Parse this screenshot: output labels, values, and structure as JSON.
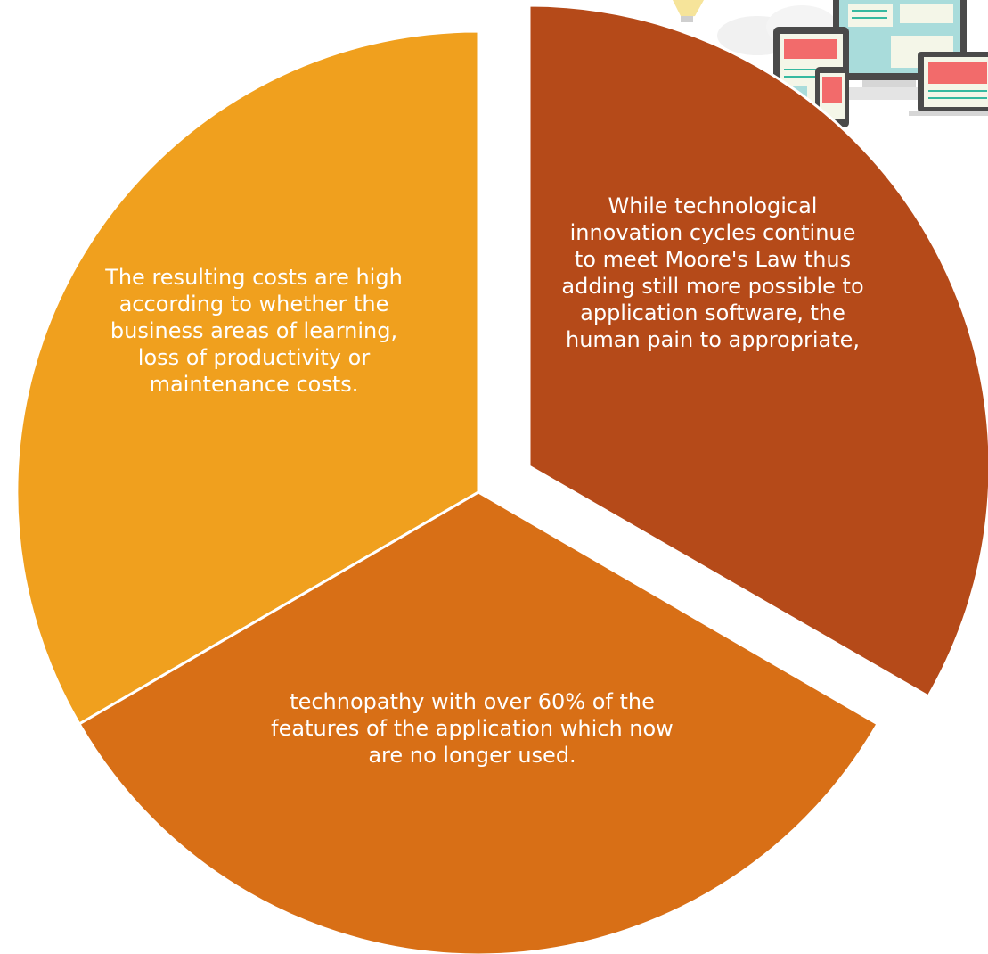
{
  "diagram": {
    "segments": [
      {
        "id": "right",
        "text": "While technological innovation cycles continue to meet Moore's Law thus adding still more possible to application software, the human pain to appropriate,",
        "color": "#B54A19"
      },
      {
        "id": "bottom",
        "text": "technopathy with over 60% of the features of the application which now are no longer used.",
        "color": "#D86F16"
      },
      {
        "id": "left",
        "text": "The resulting costs are high according to whether the business areas of learning, loss of productivity or maintenance costs.",
        "color": "#F0A01E"
      }
    ]
  },
  "illustration": {
    "icon": "devices-illustration-icon",
    "colors": {
      "screen": "#A9DCDB",
      "accent": "#F26B6B",
      "line": "#36B9A0",
      "frame": "#4A4A4A"
    }
  }
}
